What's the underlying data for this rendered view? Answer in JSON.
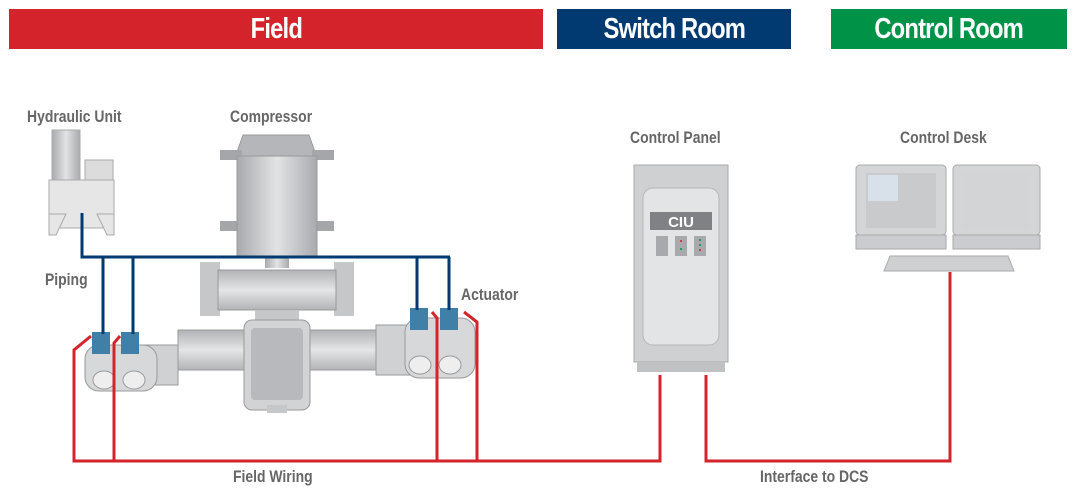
{
  "zones": {
    "field": {
      "label": "Field",
      "color": "#d4232b"
    },
    "switch_room": {
      "label": "Switch Room",
      "color": "#003a70"
    },
    "control_room": {
      "label": "Control Room",
      "color": "#009247"
    }
  },
  "components": {
    "hydraulic_unit": "Hydraulic Unit",
    "compressor": "Compressor",
    "piping": "Piping",
    "actuator": "Actuator",
    "control_panel": "Control Panel",
    "ciu": "CIU",
    "control_desk": "Control Desk"
  },
  "connections": {
    "field_wiring": "Field Wiring",
    "interface_dcs": "Interface to DCS"
  },
  "colors": {
    "piping": "#003a70",
    "wiring": "#d4232b",
    "equipment": "#c8c9cb"
  }
}
